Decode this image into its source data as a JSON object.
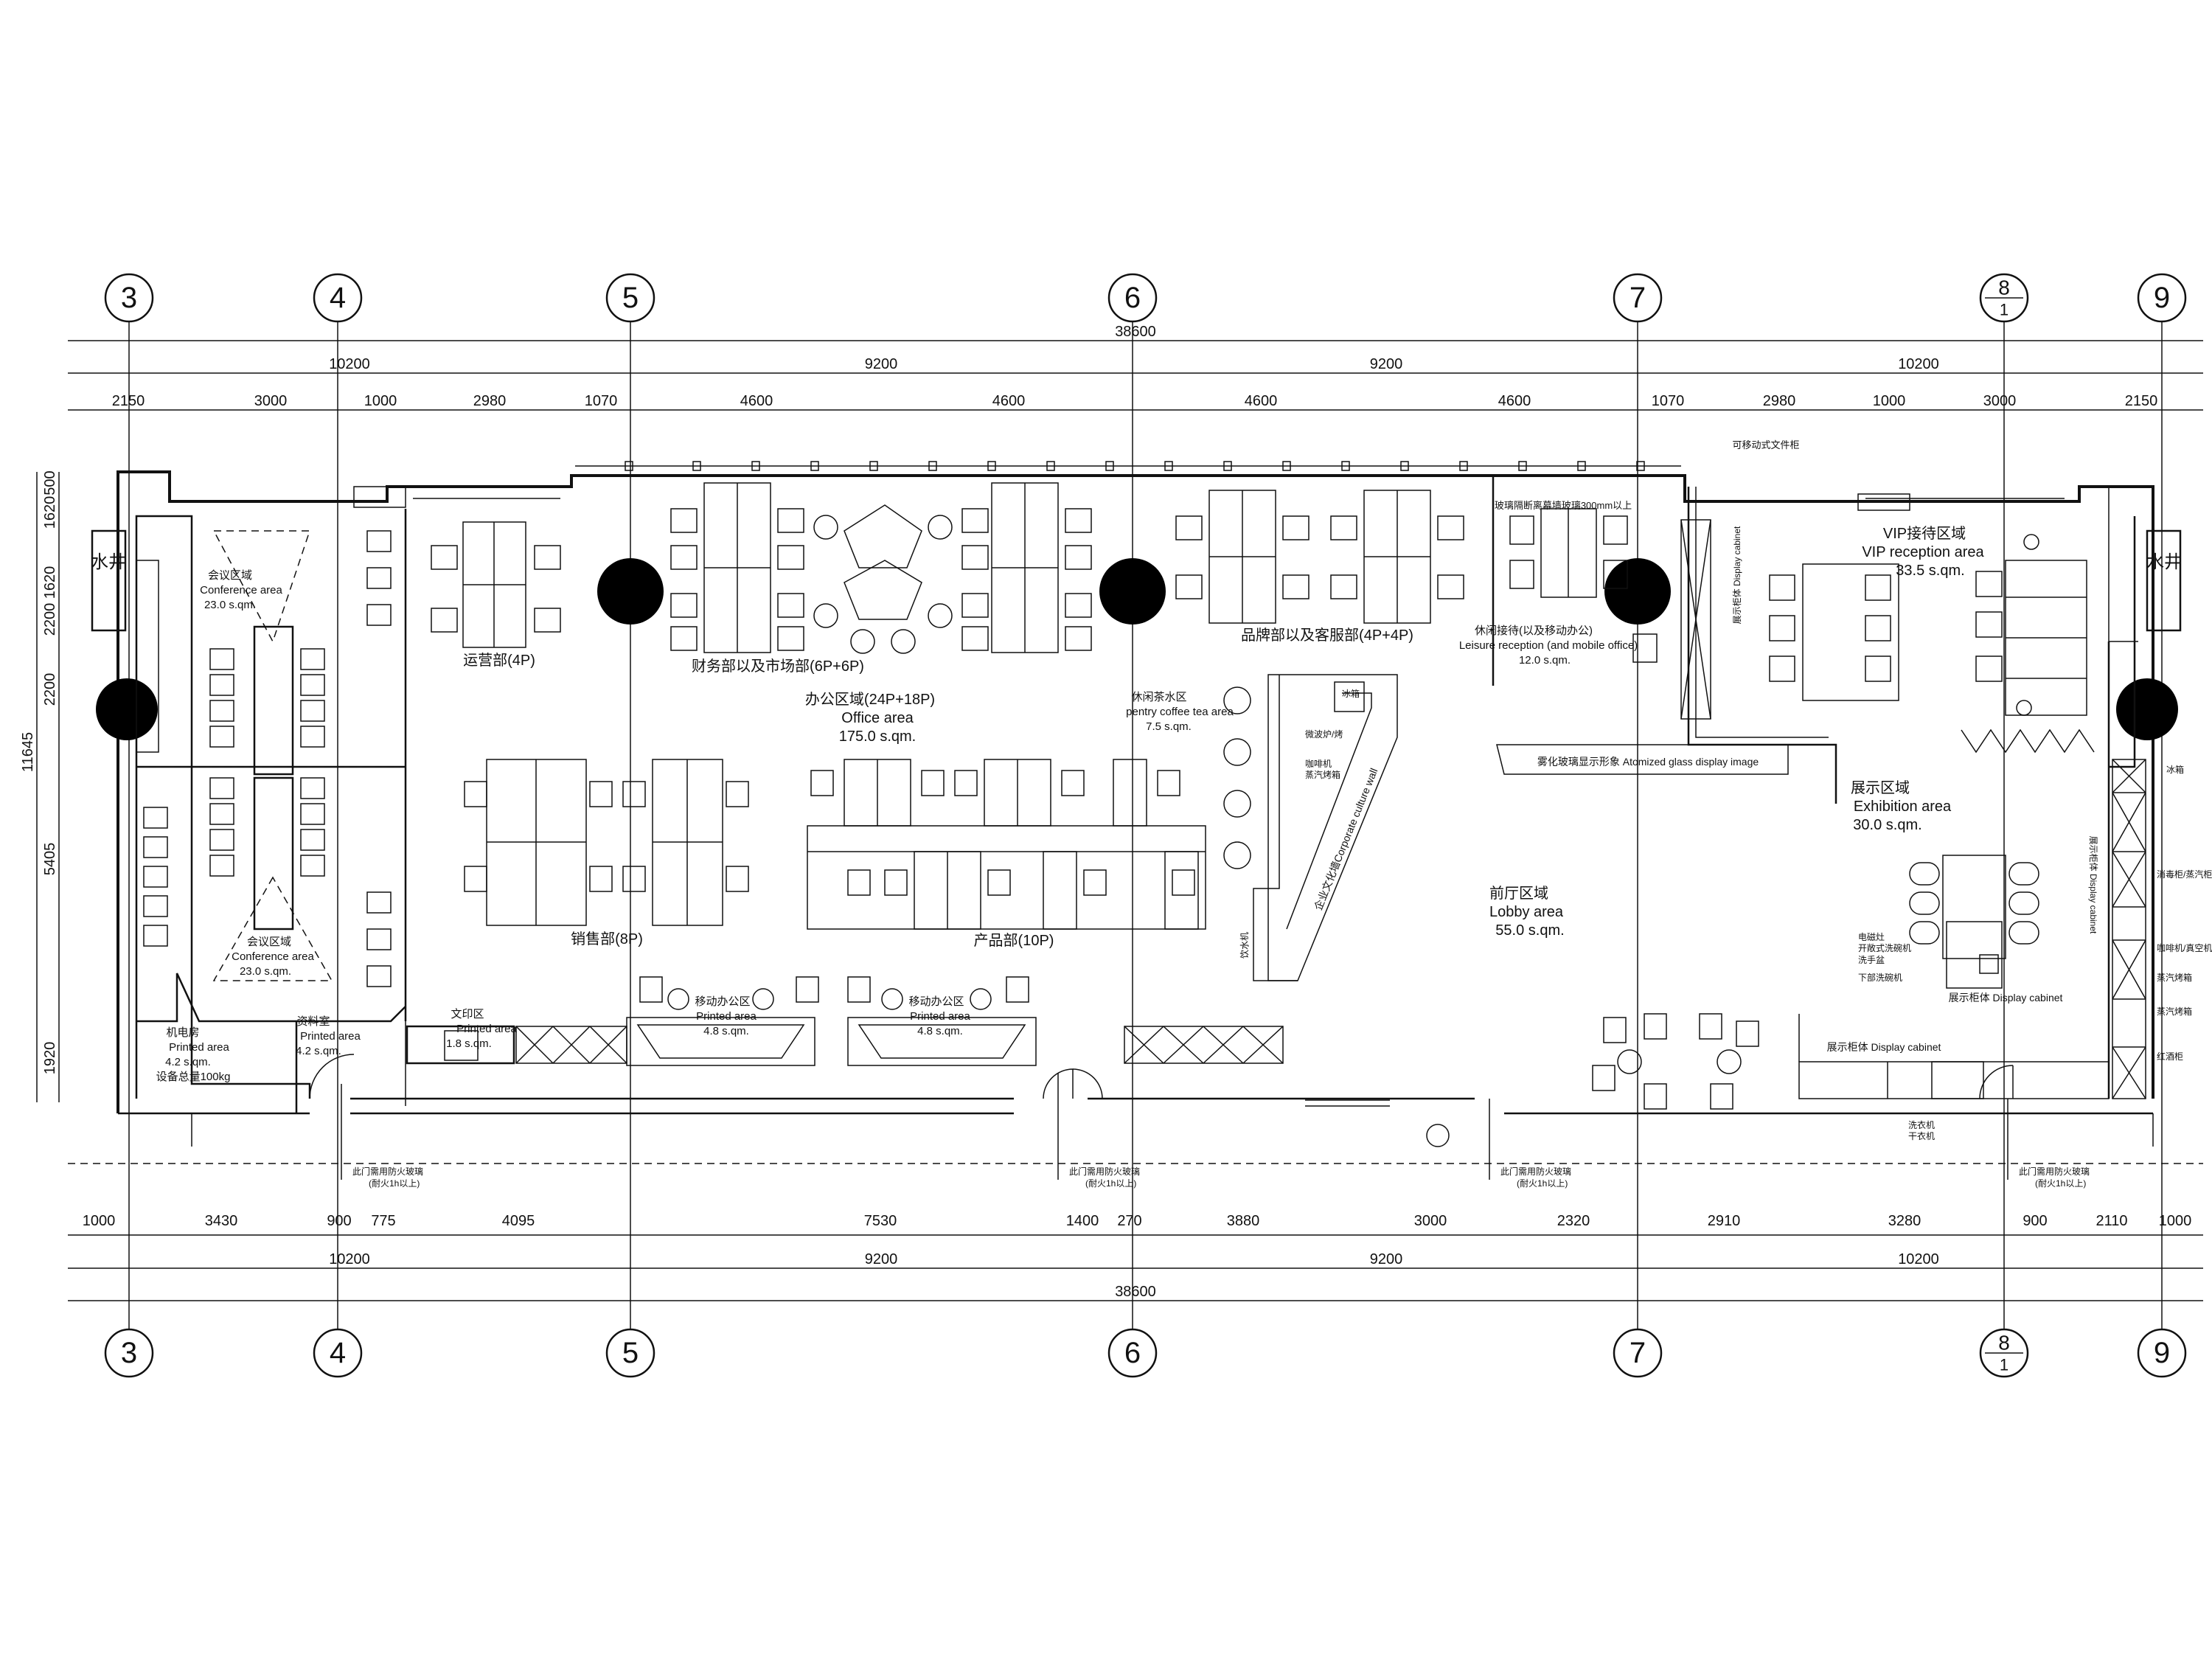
{
  "axes": [
    "3",
    "4",
    "5",
    "6",
    "7",
    "8",
    "9"
  ],
  "axis_8_sub": "1",
  "dims_top": {
    "total": "38600",
    "mid": [
      "10200",
      "9200",
      "9200",
      "10200"
    ],
    "detail": [
      "2150",
      "3000",
      "1000",
      "2980",
      "1070",
      "4600",
      "4600",
      "4600",
      "4600",
      "1070",
      "2980",
      "1000",
      "3000",
      "2150"
    ]
  },
  "dims_bottom": {
    "total": "38600",
    "mid": [
      "10200",
      "9200",
      "9200",
      "10200"
    ],
    "detail": [
      "1000",
      "3430",
      "900",
      "775",
      "4095",
      "7530",
      "1400",
      "270",
      "3880",
      "3000",
      "2320",
      "2910",
      "3280",
      "900",
      "2110",
      "1000"
    ]
  },
  "dims_left": {
    "total": "11645",
    "parts": [
      "500",
      "1620",
      "1620",
      "2200",
      "2200",
      "5405",
      "1920"
    ]
  },
  "rooms": {
    "conf1": {
      "cn": "会议区域",
      "en": "Conference area",
      "area": "23.0 s.qm."
    },
    "conf2": {
      "cn": "会议区域",
      "en": "Conference area",
      "area": "23.0 s.qm."
    },
    "mech": {
      "cn": "机电房",
      "en": "Printed area",
      "area": "4.2 s.qm.",
      "note": "设备总量100kg"
    },
    "data": {
      "cn": "资料室",
      "en": "Printed area",
      "area": "4.2 s.qm."
    },
    "print": {
      "cn": "文印区",
      "en": "Printed area",
      "area": "1.8 s.qm."
    },
    "ops": {
      "cn": "运营部(4P)"
    },
    "finance": {
      "cn": "财务部以及市场部(6P+6P)"
    },
    "brand": {
      "cn": "品牌部以及客服部(4P+4P)"
    },
    "leisure": {
      "cn": "休闲接待(以及移动办公)",
      "en": "Leisure reception (and mobile office)",
      "area": "12.0 s.qm."
    },
    "office": {
      "cn": "办公区域(24P+18P)",
      "en": "Office area",
      "area": "175.0 s.qm."
    },
    "pantry": {
      "cn": "休闲茶水区",
      "en": "pentry coffee tea area",
      "area": "7.5 s.qm."
    },
    "sales": {
      "cn": "销售部(8P)"
    },
    "product": {
      "cn": "产品部(10P)"
    },
    "mobile1": {
      "cn": "移动办公区",
      "en": "Printed area",
      "area": "4.8 s.qm."
    },
    "mobile2": {
      "cn": "移动办公区",
      "en": "Printed area",
      "area": "4.8 s.qm."
    },
    "lobby": {
      "cn": "前厅区域",
      "en": "Lobby area",
      "area": "55.0 s.qm."
    },
    "vip": {
      "cn": "VIP接待区域",
      "en": "VIP reception area",
      "area": "33.5 s.qm."
    },
    "exhibit": {
      "cn": "展示区域",
      "en": "Exhibition area",
      "area": "30.0 s.qm."
    }
  },
  "notes": {
    "glass_partition": "玻璃隔断离幕墙玻璃300mm以上",
    "movable_cabinet": "可移动式文件柜",
    "display_cabinet_v": "展示柜体 Display cabinet",
    "atomized_glass": "雾化玻璃显示形象 Atomized glass display image",
    "culture_wall": "企业文化墙Corporate culture wall",
    "display_cabinet_r": "展示柜体 Display cabinet",
    "display_cabinet_1": "展示柜体 Display cabinet",
    "display_cabinet_2": "展示柜体 Display cabinet",
    "water_shaft": "水井",
    "fridge_top": "冰箱",
    "microwave": "微波炉/烤",
    "coffee": "咖啡机",
    "steam": "蒸汽烤箱",
    "water_disp": "饮水机",
    "fridge_r": "冰箱",
    "dispenser_r": "消毒柜/蒸汽柜",
    "coffee_r": "咖啡机/真空机/磨豆",
    "steam_r": "蒸汽烤箱",
    "steam_r2": "蒸汽烤箱",
    "wine": "红酒柜",
    "induction": "电磁灶",
    "dishwasher": "开敞式洗碗机",
    "sink": "洗手盆",
    "disinfect": "下部洗碗机",
    "washer": "洗衣机",
    "dryer": "干衣机",
    "fire_door": "此门需用防火玻璃",
    "fire_door_sub": "(耐火1h以上)"
  }
}
